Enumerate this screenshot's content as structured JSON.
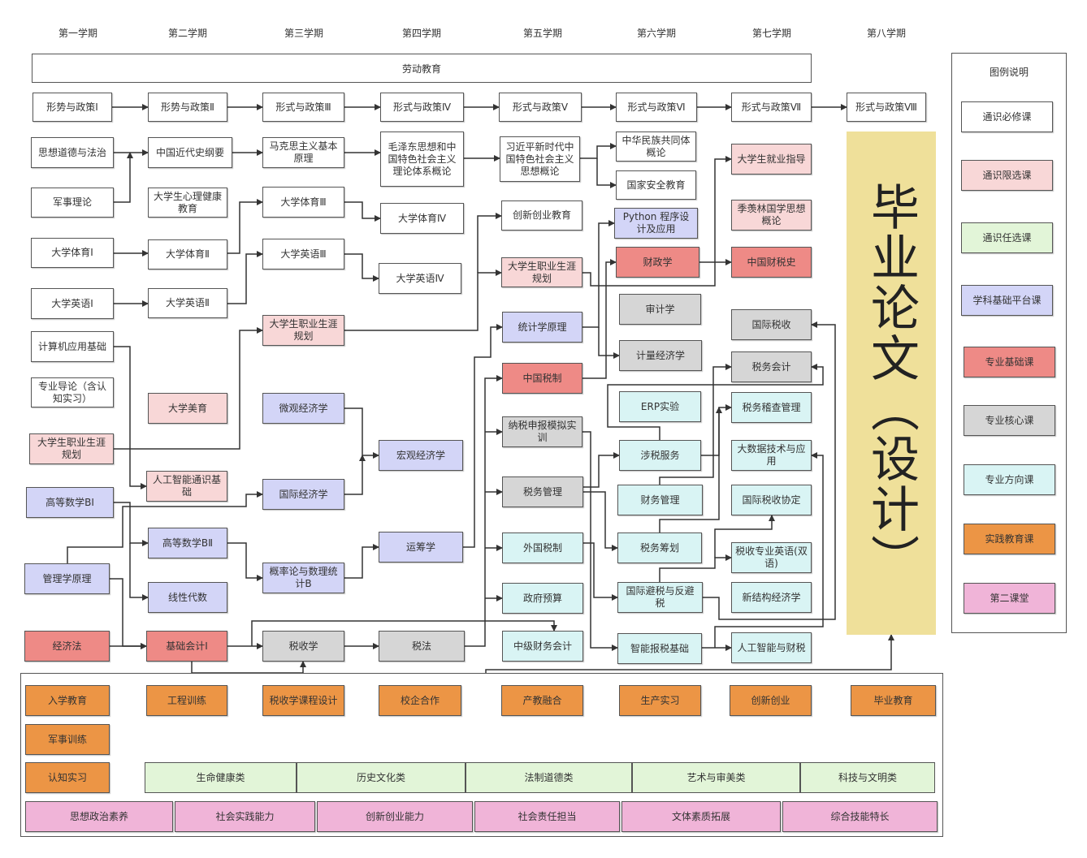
{
  "semesters": [
    "第一学期",
    "第二学期",
    "第三学期",
    "第四学期",
    "第五学期",
    "第六学期",
    "第七学期",
    "第八学期"
  ],
  "labor_education": "劳动教育",
  "thesis": "毕业论文（设计）",
  "legend": {
    "title": "图例说明",
    "items": [
      {
        "label": "通识必修课",
        "cat": "white"
      },
      {
        "label": "通识限选课",
        "cat": "pink"
      },
      {
        "label": "通识任选课",
        "cat": "green"
      },
      {
        "label": "学科基础平台课",
        "cat": "blue"
      },
      {
        "label": "专业基础课",
        "cat": "red"
      },
      {
        "label": "专业核心课",
        "cat": "gray"
      },
      {
        "label": "专业方向课",
        "cat": "cyan"
      },
      {
        "label": "实践教育课",
        "cat": "orange"
      },
      {
        "label": "第二课堂",
        "cat": "magenta"
      }
    ]
  },
  "colors": {
    "white": "#ffffff",
    "pink": "#f8d7d7",
    "green": "#e2f5d8",
    "blue": "#d3d5f7",
    "red": "#ee8a86",
    "gray": "#d6d6d6",
    "cyan": "#d9f4f4",
    "orange": "#ec9545",
    "magenta": "#f0b4d8",
    "thesis": "#efe09a"
  },
  "courses": [
    {
      "id": "xs1",
      "text": "形势与政策Ⅰ",
      "cat": "white"
    },
    {
      "id": "xs2",
      "text": "形势与政策Ⅱ",
      "cat": "white"
    },
    {
      "id": "xs3",
      "text": "形式与政策Ⅲ",
      "cat": "white"
    },
    {
      "id": "xs4",
      "text": "形式与政策Ⅳ",
      "cat": "white"
    },
    {
      "id": "xs5",
      "text": "形式与政策Ⅴ",
      "cat": "white"
    },
    {
      "id": "xs6",
      "text": "形式与政策Ⅵ",
      "cat": "white"
    },
    {
      "id": "xs7",
      "text": "形式与政策Ⅶ",
      "cat": "white"
    },
    {
      "id": "xs8",
      "text": "形式与政策Ⅷ",
      "cat": "white"
    },
    {
      "id": "sxdd",
      "text": "思想道德与法治",
      "cat": "white"
    },
    {
      "id": "jsll",
      "text": "军事理论",
      "cat": "white"
    },
    {
      "id": "zgjd",
      "text": "中国近代史纲要",
      "cat": "white"
    },
    {
      "id": "xljk",
      "text": "大学生心理健康教育",
      "cat": "white"
    },
    {
      "id": "mks",
      "text": "马克思主义基本原理",
      "cat": "white"
    },
    {
      "id": "mzd",
      "text": "毛泽东思想和中国特色社会主义理论体系概论",
      "cat": "white"
    },
    {
      "id": "xjp",
      "text": "习近平新时代中国特色社会主义思想概论",
      "cat": "white"
    },
    {
      "id": "zhmz",
      "text": "中华民族共同体概论",
      "cat": "white"
    },
    {
      "id": "gjaq",
      "text": "国家安全教育",
      "cat": "white"
    },
    {
      "id": "jyzd",
      "text": "大学生就业指导",
      "cat": "pink"
    },
    {
      "id": "jxl",
      "text": "季羡林国学思想概论",
      "cat": "pink"
    },
    {
      "id": "ty1",
      "text": "大学体育Ⅰ",
      "cat": "white"
    },
    {
      "id": "ty2",
      "text": "大学体育Ⅱ",
      "cat": "white"
    },
    {
      "id": "ty3",
      "text": "大学体育Ⅲ",
      "cat": "white"
    },
    {
      "id": "ty4",
      "text": "大学体育Ⅳ",
      "cat": "white"
    },
    {
      "id": "cxcy",
      "text": "创新创业教育",
      "cat": "white"
    },
    {
      "id": "py",
      "text": "Python 程序设计及应用",
      "cat": "blue"
    },
    {
      "id": "czx",
      "text": "财政学",
      "cat": "red"
    },
    {
      "id": "zgcss",
      "text": "中国财税史",
      "cat": "red"
    },
    {
      "id": "yy1",
      "text": "大学英语Ⅰ",
      "cat": "white"
    },
    {
      "id": "yy2",
      "text": "大学英语Ⅱ",
      "cat": "white"
    },
    {
      "id": "yy3",
      "text": "大学英语Ⅲ",
      "cat": "white"
    },
    {
      "id": "yy4",
      "text": "大学英语Ⅳ",
      "cat": "white"
    },
    {
      "id": "zy3",
      "text": "大学生职业生涯规划",
      "cat": "pink"
    },
    {
      "id": "zy5",
      "text": "大学生职业生涯规划",
      "cat": "pink"
    },
    {
      "id": "sjx",
      "text": "审计学",
      "cat": "gray"
    },
    {
      "id": "gjss",
      "text": "国际税收",
      "cat": "gray"
    },
    {
      "id": "tjx",
      "text": "统计学原理",
      "cat": "blue"
    },
    {
      "id": "jljj",
      "text": "计量经济学",
      "cat": "gray"
    },
    {
      "id": "swkj",
      "text": "税务会计",
      "cat": "gray"
    },
    {
      "id": "jsj",
      "text": "计算机应用基础",
      "cat": "white"
    },
    {
      "id": "zydl",
      "text": "专业导论（含认知实习）",
      "cat": "white"
    },
    {
      "id": "zgsz",
      "text": "中国税制",
      "cat": "red"
    },
    {
      "id": "dxmy",
      "text": "大学美育",
      "cat": "pink"
    },
    {
      "id": "wgjj",
      "text": "微观经济学",
      "cat": "blue"
    },
    {
      "id": "erp",
      "text": "ERP实验",
      "cat": "cyan"
    },
    {
      "id": "swjc",
      "text": "税务稽查管理",
      "cat": "cyan"
    },
    {
      "id": "nssb",
      "text": "纳税申报模拟实训",
      "cat": "gray"
    },
    {
      "id": "zy1",
      "text": "大学生职业生涯规划",
      "cat": "pink"
    },
    {
      "id": "hgjj",
      "text": "宏观经济学",
      "cat": "blue"
    },
    {
      "id": "ssfw",
      "text": "涉税服务",
      "cat": "cyan"
    },
    {
      "id": "dsj",
      "text": "大数据技术与应用",
      "cat": "cyan"
    },
    {
      "id": "rgzn",
      "text": "人工智能通识基础",
      "cat": "pink"
    },
    {
      "id": "gs1",
      "text": "高等数学BⅠ",
      "cat": "blue"
    },
    {
      "id": "gjjj",
      "text": "国际经济学",
      "cat": "blue"
    },
    {
      "id": "swgl",
      "text": "税务管理",
      "cat": "gray"
    },
    {
      "id": "cwgl",
      "text": "财务管理",
      "cat": "cyan"
    },
    {
      "id": "gjxd",
      "text": "国际税收协定",
      "cat": "cyan"
    },
    {
      "id": "gs2",
      "text": "高等数学BⅡ",
      "cat": "blue"
    },
    {
      "id": "ycx",
      "text": "运筹学",
      "cat": "blue"
    },
    {
      "id": "wgsz",
      "text": "外国税制",
      "cat": "cyan"
    },
    {
      "id": "swch",
      "text": "税务筹划",
      "cat": "cyan"
    },
    {
      "id": "ssyy",
      "text": "税收专业英语(双语)",
      "cat": "cyan"
    },
    {
      "id": "glx",
      "text": "管理学原理",
      "cat": "blue"
    },
    {
      "id": "gll",
      "text": "概率论与数理统计B",
      "cat": "blue"
    },
    {
      "id": "xxds",
      "text": "线性代数",
      "cat": "blue"
    },
    {
      "id": "zfys",
      "text": "政府预算",
      "cat": "cyan"
    },
    {
      "id": "gjbs",
      "text": "国际避税与反避税",
      "cat": "cyan"
    },
    {
      "id": "xjg",
      "text": "新结构经济学",
      "cat": "cyan"
    },
    {
      "id": "jjf",
      "text": "经济法",
      "cat": "red"
    },
    {
      "id": "jckj",
      "text": "基础会计Ⅰ",
      "cat": "red"
    },
    {
      "id": "ssx",
      "text": "税收学",
      "cat": "gray"
    },
    {
      "id": "sf",
      "text": "税法",
      "cat": "gray"
    },
    {
      "id": "zjcw",
      "text": "中级财务会计",
      "cat": "cyan"
    },
    {
      "id": "znbs",
      "text": "智能报税基础",
      "cat": "cyan"
    },
    {
      "id": "rgcs",
      "text": "人工智能与财税",
      "cat": "cyan"
    }
  ],
  "practice": [
    {
      "id": "rxjy",
      "text": "入学教育",
      "cat": "orange"
    },
    {
      "id": "gcxl",
      "text": "工程训练",
      "cat": "orange"
    },
    {
      "id": "sskc",
      "text": "税收学课程设计",
      "cat": "orange"
    },
    {
      "id": "xqhz",
      "text": "校企合作",
      "cat": "orange"
    },
    {
      "id": "cjrh",
      "text": "产教融合",
      "cat": "orange"
    },
    {
      "id": "scsx",
      "text": "生产实习",
      "cat": "orange"
    },
    {
      "id": "cxcyp",
      "text": "创新创业",
      "cat": "orange"
    },
    {
      "id": "byjy",
      "text": "毕业教育",
      "cat": "orange"
    },
    {
      "id": "jsxl",
      "text": "军事训练",
      "cat": "orange"
    },
    {
      "id": "rzsx",
      "text": "认知实习",
      "cat": "orange"
    }
  ],
  "electives": [
    "生命健康类",
    "历史文化类",
    "法制道德类",
    "艺术与审美类",
    "科技与文明类"
  ],
  "second_classroom": [
    "思想政治素养",
    "社会实践能力",
    "创新创业能力",
    "社会责任担当",
    "文体素质拓展",
    "综合技能特长"
  ]
}
